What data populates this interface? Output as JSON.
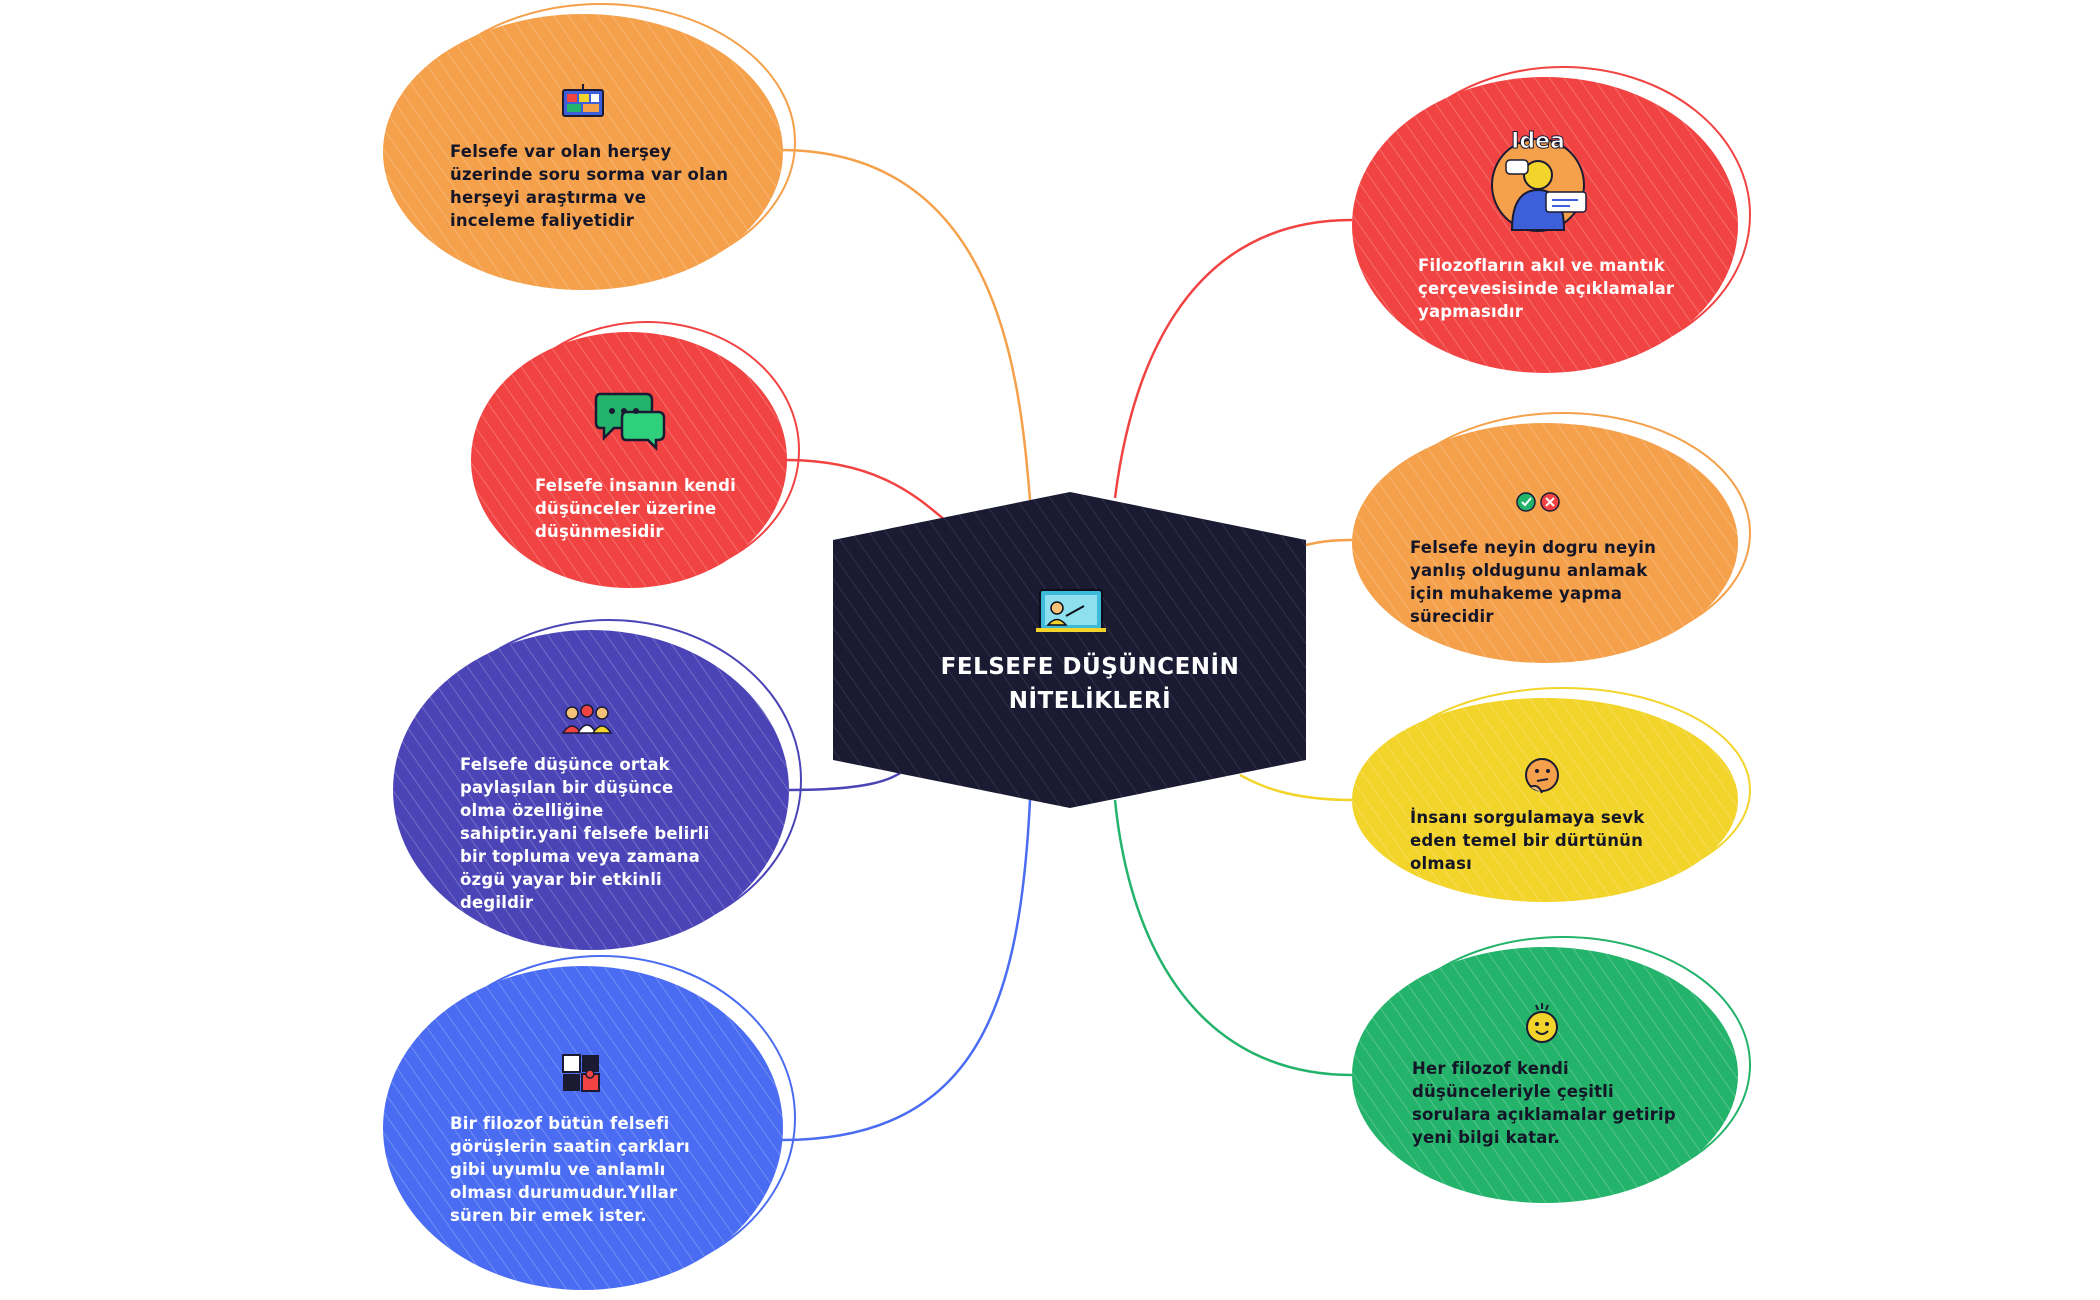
{
  "title": "FELSEFE DÜŞÜNCENİN NİTELİKLERİ",
  "colors": {
    "center": "#1a1a33",
    "orange": "#f5a04a",
    "red": "#f24343",
    "indigo": "#4a44b6",
    "blue": "#4a6cf2",
    "yellow": "#f2d42a",
    "green": "#24b36b"
  },
  "nodes": [
    {
      "id": "left-1",
      "icon": "presentation-board-icon",
      "color": "orange",
      "text": "Felsefe var olan herşey üzerinde soru sorma var olan herşeyi araştırma ve inceleme faliyetidir"
    },
    {
      "id": "left-2",
      "icon": "chat-bubbles-icon",
      "color": "red",
      "text": "Felsefe insanın kendi düşünceler üzerine düşünmesidir"
    },
    {
      "id": "left-3",
      "icon": "group-people-icon",
      "color": "indigo",
      "text": "Felsefe düşünce ortak paylaşılan bir düşünce olma özelliğine sahiptir.yani felsefe belirli bir topluma veya zamana özgü yayar bir etkinli degildir"
    },
    {
      "id": "left-4",
      "icon": "puzzle-pieces-icon",
      "color": "blue",
      "text": "Bir filozof bütün felsefi görüşlerin saatin çarkları gibi uyumlu ve anlamlı olması durumudur.Yıllar süren bir emek ister."
    },
    {
      "id": "right-1",
      "icon": "idea-thinker-icon",
      "icon_label": "Idea",
      "color": "red",
      "text": "Filozofların akıl ve mantık çerçevesisinde açıklamalar yapmasıdır"
    },
    {
      "id": "right-2",
      "icon": "check-cross-icon",
      "color": "orange",
      "text": "Felsefe neyin dogru neyin yanlış oldugunu anlamak için muhakeme yapma sürecidir"
    },
    {
      "id": "right-3",
      "icon": "thinking-face-icon",
      "color": "yellow",
      "text": "İnsanı sorgulamaya sevk eden temel bir dürtünün olması"
    },
    {
      "id": "right-4",
      "icon": "happy-face-icon",
      "color": "green",
      "text": "Her filozof kendi düşünceleriyle çeşitli sorulara açıklamalar getirip yeni bilgi katar."
    }
  ]
}
